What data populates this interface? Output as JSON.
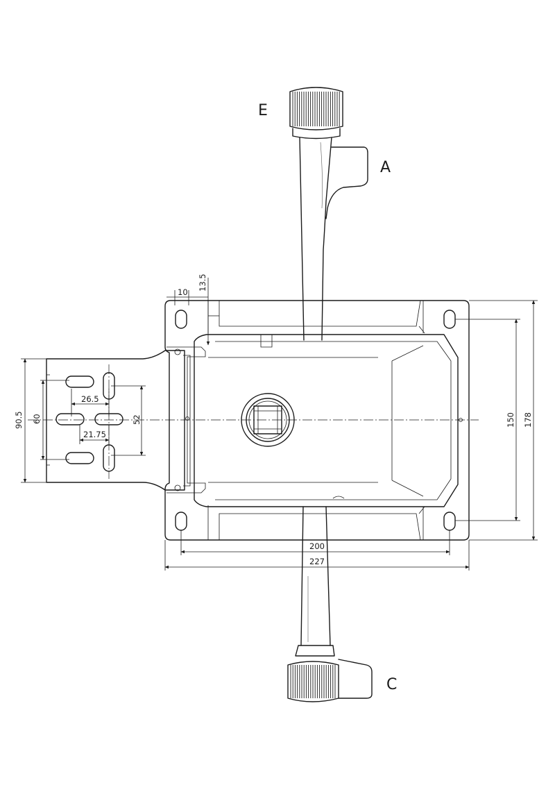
{
  "labels": {
    "E": "E",
    "A": "A",
    "C": "C"
  },
  "dimensions": {
    "d10": "10",
    "d13_5": "13.5",
    "d26_5": "26.5",
    "d21_75": "21.75",
    "d90_5": "90.5",
    "d60": "60",
    "d52": "52",
    "d150": "150",
    "d178": "178",
    "d200": "200",
    "d227": "227"
  },
  "colors": {
    "line": "#1a1a1a",
    "background": "#ffffff"
  }
}
